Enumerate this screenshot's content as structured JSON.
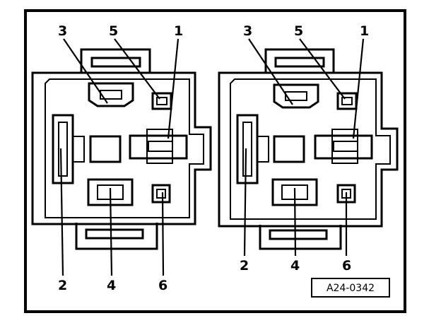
{
  "figure": {
    "code": "A24-0342"
  },
  "connectors": [
    {
      "labels": {
        "t3": "3",
        "t5": "5",
        "t1": "1",
        "t2": "2",
        "t4": "4",
        "t6": "6"
      }
    },
    {
      "labels": {
        "t3": "3",
        "t5": "5",
        "t1": "1",
        "t2": "2",
        "t4": "4",
        "t6": "6"
      }
    }
  ],
  "colors": {
    "ink": "#000000",
    "paper": "#ffffff"
  }
}
